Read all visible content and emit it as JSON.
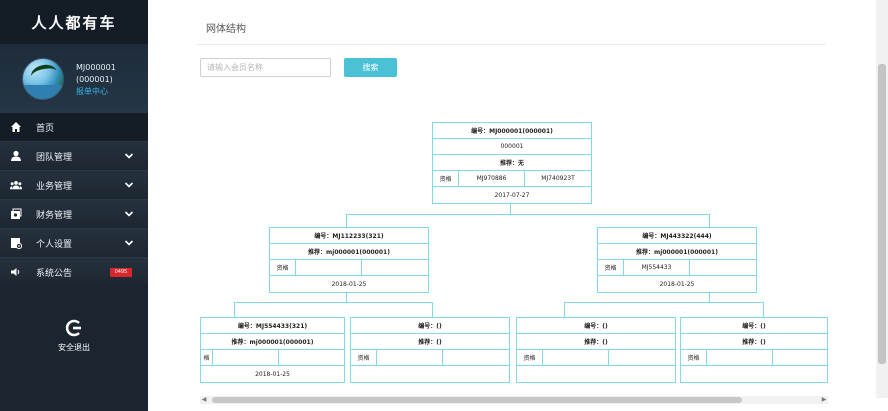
{
  "brand": "人人都有车",
  "profile": {
    "member_id": "MJ000001",
    "member_name": "(000001)",
    "center_link": "报单中心"
  },
  "menu": [
    {
      "label": "首页",
      "icon": "home-icon",
      "has_arrow": false,
      "active": true
    },
    {
      "label": "团队管理",
      "icon": "user-icon",
      "has_arrow": true
    },
    {
      "label": "业务管理",
      "icon": "group-icon",
      "has_arrow": true
    },
    {
      "label": "财务管理",
      "icon": "money-icon",
      "has_arrow": true
    },
    {
      "label": "个人设置",
      "icon": "settings-icon",
      "has_arrow": true
    },
    {
      "label": "系统公告",
      "icon": "volume-icon",
      "has_arrow": false,
      "badge": "0495"
    }
  ],
  "logout": "安全退出",
  "page_title": "网体结构",
  "search": {
    "placeholder": "请输入会员名称",
    "button": "搜索"
  },
  "tree": {
    "root": {
      "code": "编号：MJ000001(000001)",
      "name": "000001",
      "referrer": "推荐：无",
      "qual_label": "资格",
      "qual_left": "MJ970886",
      "qual_right": "MJ740923T",
      "date": "2017-07-27"
    },
    "left": {
      "code": "编号：MJ112233(321)",
      "referrer": "推荐：mj000001(000001)",
      "qual_label": "资格",
      "qual_left": "",
      "qual_right": "",
      "date": "2018-01-25"
    },
    "right": {
      "code": "编号：MJ443322(444)",
      "referrer": "推荐：mj000001(000001)",
      "qual_label": "资格",
      "qual_left": "MJ554433",
      "qual_right": "",
      "date": "2018-01-25"
    },
    "ll": {
      "code": "编号：MJ554433(321)",
      "referrer": "推荐：mj000001(000001)",
      "qual_label": "格",
      "date": "2018-01-25"
    },
    "lr": {
      "code": "编号：()",
      "referrer": "推荐：()",
      "qual_label": "资格"
    },
    "rl": {
      "code": "编号：()",
      "referrer": "推荐：()",
      "qual_label": "资格"
    },
    "rr": {
      "code": "编号：()",
      "referrer": "推荐：()",
      "qual_label": "资格"
    }
  },
  "colors": {
    "sidebar": "#1b2530",
    "accent": "#4bc1d6",
    "tree_border": "#7fdaea",
    "badge": "#d9262c"
  }
}
